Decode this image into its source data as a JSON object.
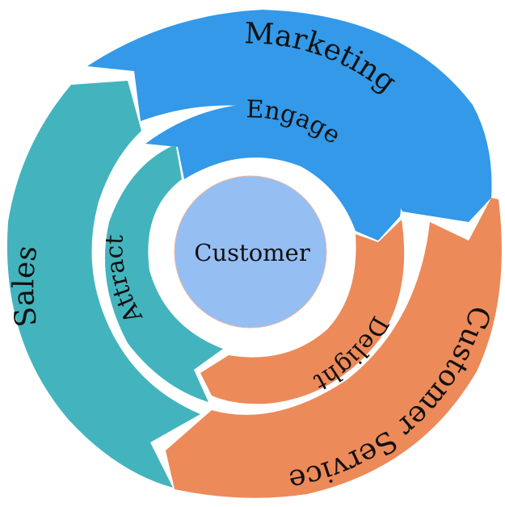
{
  "center": {
    "label": "Customer",
    "color": "#95bef3"
  },
  "outer_ring": [
    {
      "label": "Marketing",
      "color": "#3399e8"
    },
    {
      "label": "Customer Service",
      "color": "#ec8a5a"
    },
    {
      "label": "Sales",
      "color": "#43b4bd"
    }
  ],
  "inner_ring": [
    {
      "label": "Engage",
      "color": "#3399e8"
    },
    {
      "label": "Delight",
      "color": "#ec8a5a"
    },
    {
      "label": "Attract",
      "color": "#43b4bd"
    }
  ]
}
